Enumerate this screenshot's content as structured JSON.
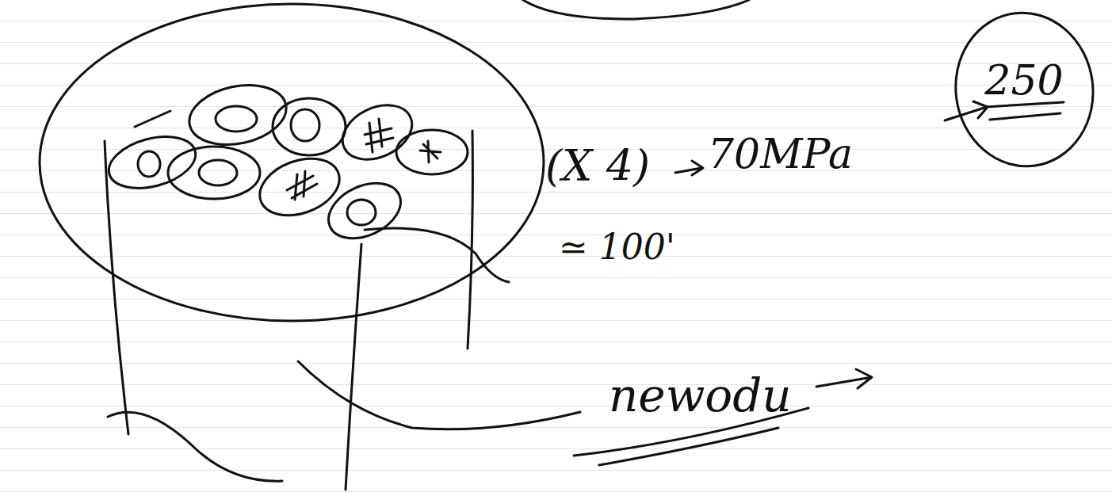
{
  "diagram": {
    "nodes": [
      {
        "text": [
          "250"
        ]
      }
    ],
    "labels": [
      "(X 4)",
      "70MPa",
      "≃ 100'",
      "newodu"
    ]
  }
}
